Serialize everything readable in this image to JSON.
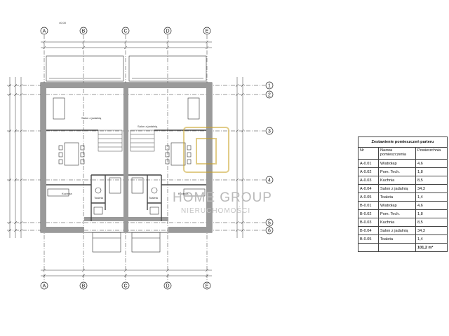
{
  "grid": {
    "letters_top": [
      "A",
      "B",
      "C",
      "D",
      "E"
    ],
    "letters_bottom": [
      "A",
      "B",
      "C",
      "D",
      "E"
    ],
    "numbers": [
      "1",
      "2",
      "3",
      "4",
      "5",
      "6"
    ]
  },
  "plan_labels": {
    "level_mark": "±0,00",
    "room_left_top": "Salon z jadalnią",
    "room_right_top": "Salon z jadalnią",
    "room_left_kitchen": "Kuchnia",
    "room_right_kitchen": "Kuchnia",
    "room_left_wc": "Toaleta",
    "room_right_wc": "Toaleta"
  },
  "watermark": {
    "name": "HOME GROUP",
    "sub": "NIERUCHOMOŚCI",
    "color": "#c9a227"
  },
  "schedule": {
    "title": "Zestawienie pomieszczeń parteru",
    "headers": [
      "Nr",
      "Nazwa pomieszczenia",
      "Powierzchnia"
    ],
    "rows": [
      [
        "A-0.01",
        "Wiatrołap",
        "4,6"
      ],
      [
        "A-0.02",
        "Pom. Tech.",
        "1,8"
      ],
      [
        "A-0.03",
        "Kuchnia",
        "8,5"
      ],
      [
        "A-0.04",
        "Salon z jadalnią",
        "34,3"
      ],
      [
        "A-0.05",
        "Toaleta",
        "1,4"
      ],
      [
        "B-0.01",
        "Wiatrołap",
        "4,6"
      ],
      [
        "B-0.02",
        "Pom. Tech.",
        "1,8"
      ],
      [
        "B-0.03",
        "Kuchnia",
        "8,5"
      ],
      [
        "B-0.04",
        "Salon z jadalnią",
        "34,3"
      ],
      [
        "B-0.05",
        "Toaleta",
        "1,4"
      ]
    ],
    "total": "101,2 m²"
  },
  "colors": {
    "line": "#222222",
    "wall": "#555555",
    "wall_fill": "#9a9a9a",
    "watermark_text": "#b9b9b9"
  }
}
